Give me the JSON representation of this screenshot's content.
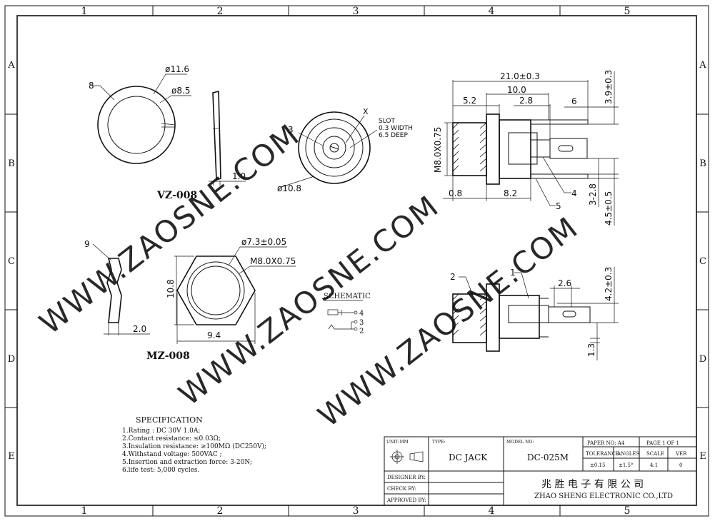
{
  "grid": {
    "columns": [
      "1",
      "2",
      "3",
      "4",
      "5"
    ],
    "rows": [
      "A",
      "B",
      "C",
      "D",
      "E"
    ]
  },
  "watermark": "WWW.ZAOSNE.COM",
  "views": {
    "vz_label": "VZ-008",
    "mz_label": "MZ-008",
    "vz_dims": {
      "outer_dia": "ø11.6",
      "inner_dia": "ø8.5",
      "thickness": "1.0",
      "part": "8"
    },
    "front_dims": {
      "flange_dia": "ø10.8",
      "part": "3",
      "slot_marker": "X",
      "slot_lines": [
        "SLOT",
        "0.3 WIDTH",
        "6.5 DEEP"
      ]
    },
    "side_dims": {
      "overall": "21.0±0.3",
      "body": "10.0",
      "nut": "5.2",
      "pin": "2.8",
      "pin_height": "3.9±0.3",
      "thread": "M8.0X0.75",
      "flange": "0.8",
      "body2": "8.2",
      "pin_gap": "3-2.8",
      "pin_offset": "4.5±0.5",
      "parts": [
        "6",
        "4",
        "5"
      ]
    },
    "mz_dims": {
      "bore": "ø7.3±0.05",
      "thread": "M8.0X0.75",
      "height": "10.8",
      "width": "9.4",
      "thickness": "2.0",
      "part": "9"
    },
    "bottom_dims": {
      "parts": [
        "2",
        "1"
      ],
      "pin_w": "2.6",
      "pin_h": "4.2±0.3",
      "pin_t": "1.3"
    },
    "schematic": {
      "title": "SCHEMATIC",
      "pins": [
        "4",
        "3",
        "2"
      ]
    }
  },
  "specification": {
    "title": "SPECIFICATION",
    "lines": [
      "1.Rating : DC 30V 1.0A;",
      "2.Contact resistance: ≤0.03Ω;",
      "3.Insulation resistance: ≥100MΩ (DC250V);",
      "4.Withstand voltage: 500VAC ;",
      "5.Insertion and extraction force: 3-20N;",
      "6.life test: 5,000 cycles."
    ]
  },
  "title_block": {
    "unit": "UNIT:MM",
    "type_label": "TYPE:",
    "type_value": "DC JACK",
    "model_label": "MODEL NO:",
    "model_value": "DC-025M",
    "paper": "PAPER NO: A4",
    "page": "PAGE 1 OF 1",
    "headers": [
      "TOLERANCE",
      "ANGLES",
      "SCALE",
      "VER"
    ],
    "values": [
      "±0.15",
      "±1.5°",
      "4:1",
      "0"
    ],
    "designer": "DESIGNER BY:",
    "check": "CHECK BY:",
    "approved": "APPROVED BY:",
    "company_cn": "兆 胜 电 子 有 限 公 司",
    "company_en": "ZHAO SHENG ELECTRONIC CO.,LTD"
  }
}
